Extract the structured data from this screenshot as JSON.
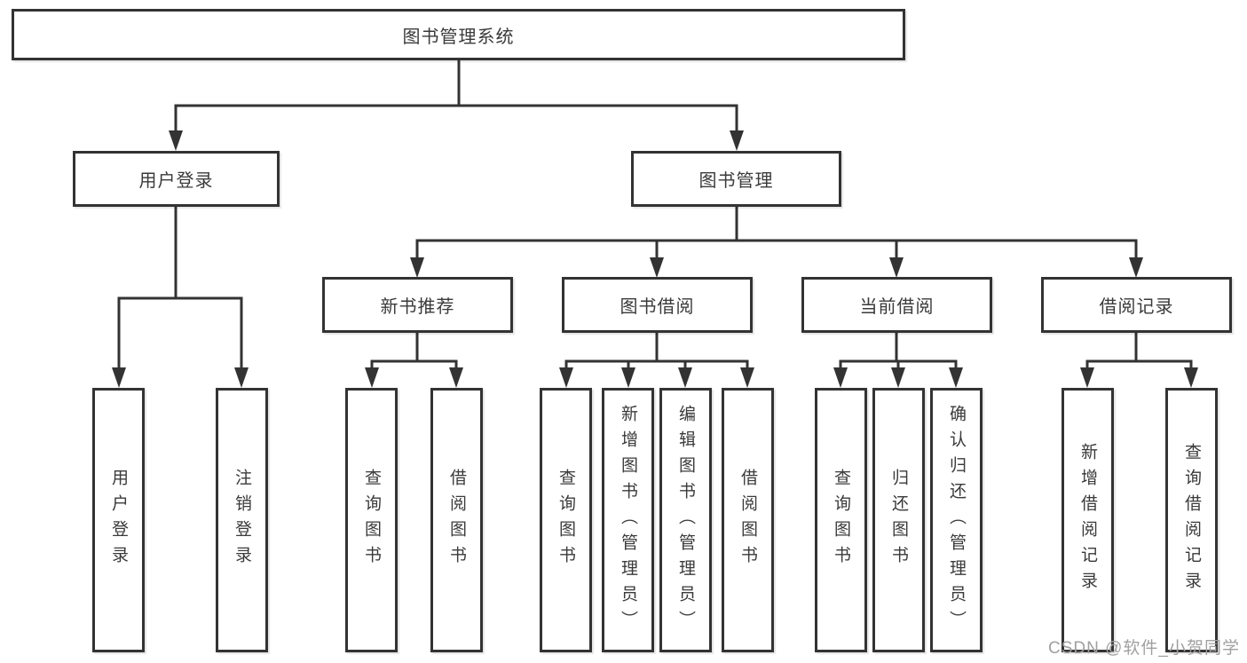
{
  "diagram": {
    "root": {
      "label": "图书管理系统"
    },
    "level2": [
      {
        "label": "用户登录"
      },
      {
        "label": "图书管理"
      }
    ],
    "level3": [
      {
        "label": "新书推荐",
        "parent": "图书管理"
      },
      {
        "label": "图书借阅",
        "parent": "图书管理"
      },
      {
        "label": "当前借阅",
        "parent": "图书管理"
      },
      {
        "label": "借阅记录",
        "parent": "图书管理"
      }
    ],
    "leaves": [
      {
        "label": "用户登录",
        "parent": "用户登录"
      },
      {
        "label": "注销登录",
        "parent": "用户登录"
      },
      {
        "label": "查询图书",
        "parent": "新书推荐"
      },
      {
        "label": "借阅图书",
        "parent": "新书推荐"
      },
      {
        "label": "查询图书",
        "parent": "图书借阅"
      },
      {
        "label": "新增图书（管理员）",
        "parent": "图书借阅"
      },
      {
        "label": "编辑图书（管理员）",
        "parent": "图书借阅"
      },
      {
        "label": "借阅图书",
        "parent": "图书借阅"
      },
      {
        "label": "查询图书",
        "parent": "当前借阅"
      },
      {
        "label": "归还图书",
        "parent": "当前借阅"
      },
      {
        "label": "确认归还（管理员）",
        "parent": "当前借阅"
      },
      {
        "label": "新增借阅记录",
        "parent": "借阅记录"
      },
      {
        "label": "查询借阅记录",
        "parent": "借阅记录"
      }
    ]
  },
  "watermark": {
    "text": "CSDN @软件_小贺同学"
  },
  "colors": {
    "line": "#333333",
    "box_border": "#333333",
    "text": "#3a3a3a",
    "background": "#ffffff",
    "watermark": "#a0a0a0"
  }
}
